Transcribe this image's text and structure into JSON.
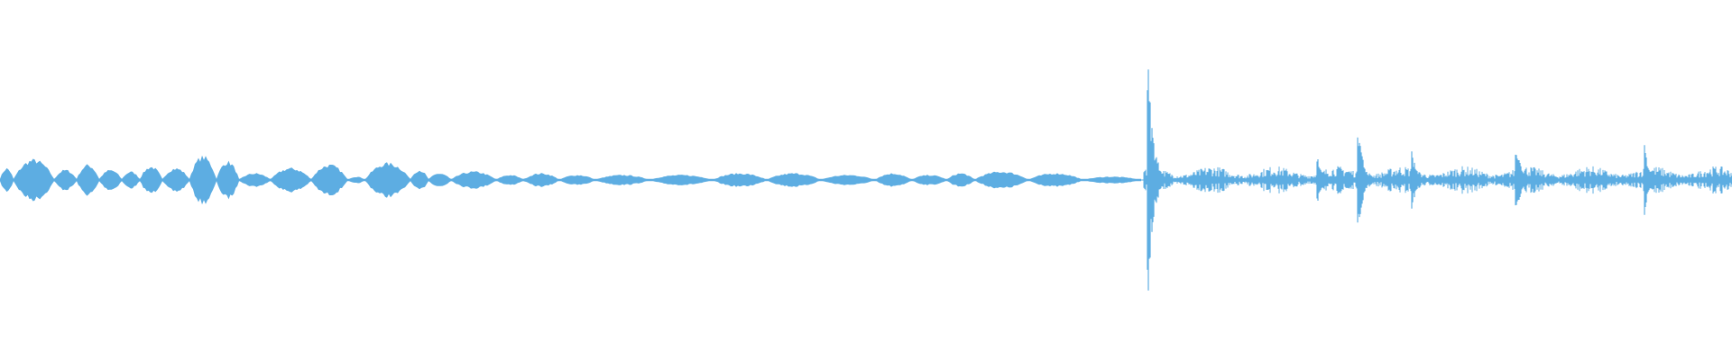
{
  "waveform": {
    "color": "#5dade2",
    "background": "#ffffff",
    "segments": [
      {
        "start": 0.0,
        "end": 0.015,
        "amp": 0.07
      },
      {
        "start": 0.015,
        "end": 0.06,
        "amp": 0.12
      },
      {
        "start": 0.06,
        "end": 0.085,
        "amp": 0.06
      },
      {
        "start": 0.085,
        "end": 0.11,
        "amp": 0.09
      },
      {
        "start": 0.11,
        "end": 0.135,
        "amp": 0.06
      },
      {
        "start": 0.135,
        "end": 0.155,
        "amp": 0.05
      },
      {
        "start": 0.155,
        "end": 0.18,
        "amp": 0.08
      },
      {
        "start": 0.18,
        "end": 0.21,
        "amp": 0.07
      },
      {
        "start": 0.21,
        "end": 0.24,
        "amp": 0.14
      },
      {
        "start": 0.24,
        "end": 0.265,
        "amp": 0.11
      },
      {
        "start": 0.265,
        "end": 0.3,
        "amp": 0.04
      },
      {
        "start": 0.3,
        "end": 0.345,
        "amp": 0.07
      },
      {
        "start": 0.345,
        "end": 0.385,
        "amp": 0.09
      },
      {
        "start": 0.385,
        "end": 0.405,
        "amp": 0.02
      },
      {
        "start": 0.405,
        "end": 0.455,
        "amp": 0.1
      },
      {
        "start": 0.455,
        "end": 0.475,
        "amp": 0.06
      },
      {
        "start": 0.475,
        "end": 0.5,
        "amp": 0.04
      },
      {
        "start": 0.5,
        "end": 0.55,
        "amp": 0.05
      },
      {
        "start": 0.55,
        "end": 0.58,
        "amp": 0.03
      },
      {
        "start": 0.58,
        "end": 0.62,
        "amp": 0.04
      },
      {
        "start": 0.62,
        "end": 0.66,
        "amp": 0.03
      },
      {
        "start": 0.66,
        "end": 0.72,
        "amp": 0.03
      },
      {
        "start": 0.72,
        "end": 0.79,
        "amp": 0.03
      },
      {
        "start": 0.79,
        "end": 0.85,
        "amp": 0.04
      },
      {
        "start": 0.85,
        "end": 0.91,
        "amp": 0.04
      },
      {
        "start": 0.91,
        "end": 0.97,
        "amp": 0.03
      },
      {
        "start": 0.97,
        "end": 1.01,
        "amp": 0.04
      },
      {
        "start": 1.01,
        "end": 1.05,
        "amp": 0.03
      },
      {
        "start": 1.05,
        "end": 1.08,
        "amp": 0.04
      },
      {
        "start": 1.08,
        "end": 1.14,
        "amp": 0.05
      },
      {
        "start": 1.14,
        "end": 1.2,
        "amp": 0.04
      },
      {
        "start": 1.2,
        "end": 1.265,
        "amp": 0.02
      }
    ],
    "spiky_region": {
      "start": 1.268,
      "end": 1.92,
      "base_amp": 0.06
    },
    "transients": [
      {
        "t": 1.272,
        "amp": 0.75
      },
      {
        "t": 1.46,
        "amp": 0.15
      },
      {
        "t": 1.505,
        "amp": 0.32
      },
      {
        "t": 1.565,
        "amp": 0.16
      },
      {
        "t": 1.68,
        "amp": 0.25
      },
      {
        "t": 1.823,
        "amp": 0.2
      }
    ]
  }
}
